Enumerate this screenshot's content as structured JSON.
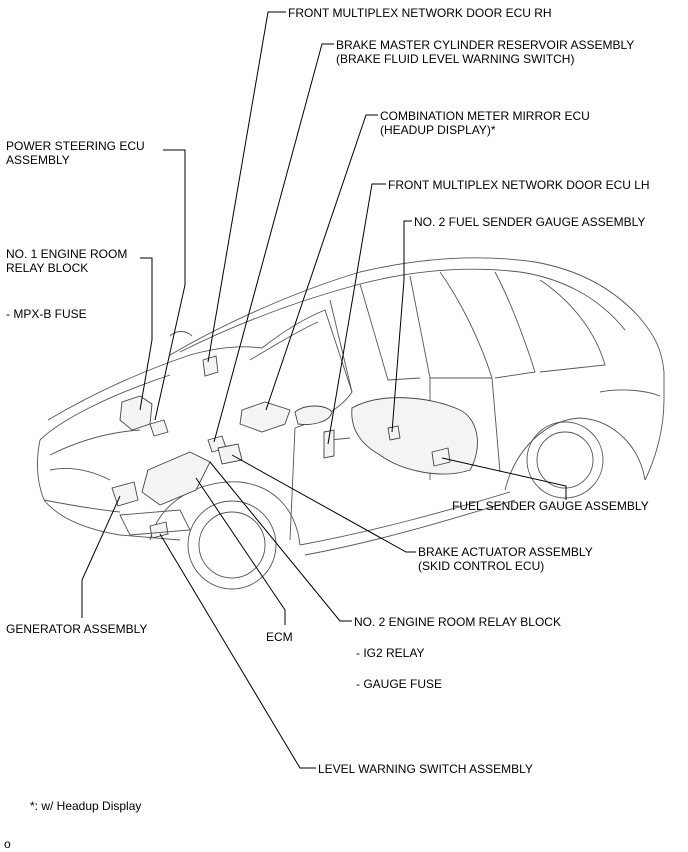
{
  "labels": {
    "front_door_ecu_rh": "FRONT MULTIPLEX NETWORK DOOR ECU RH",
    "brake_master_line1": "BRAKE MASTER CYLINDER RESERVOIR ASSEMBLY",
    "brake_master_line2": "(BRAKE FLUID LEVEL WARNING SWITCH)",
    "combo_meter_line1": "COMBINATION METER MIRROR ECU",
    "combo_meter_line2": "(HEADUP DISPLAY)*",
    "power_steering_line1": "POWER STEERING ECU",
    "power_steering_line2": "ASSEMBLY",
    "front_door_ecu_lh": "FRONT MULTIPLEX NETWORK DOOR ECU LH",
    "no2_fuel_sender": "NO. 2 FUEL SENDER GAUGE ASSEMBLY",
    "no1_relay_line1": "NO. 1 ENGINE ROOM",
    "no1_relay_line2": "RELAY BLOCK",
    "mpxb_fuse": "- MPX-B FUSE",
    "fuel_sender": "FUEL SENDER GAUGE ASSEMBLY",
    "brake_actuator_line1": "BRAKE ACTUATOR ASSEMBLY",
    "brake_actuator_line2": "(SKID CONTROL ECU)",
    "generator": "GENERATOR ASSEMBLY",
    "ecm": "ECM",
    "no2_relay": "NO. 2 ENGINE ROOM RELAY BLOCK",
    "ig2_relay": "- IG2 RELAY",
    "gauge_fuse": "- GAUGE FUSE",
    "level_warning": "LEVEL WARNING SWITCH ASSEMBLY",
    "footnote": "*: w/ Headup Display",
    "corner_mark": "o"
  }
}
